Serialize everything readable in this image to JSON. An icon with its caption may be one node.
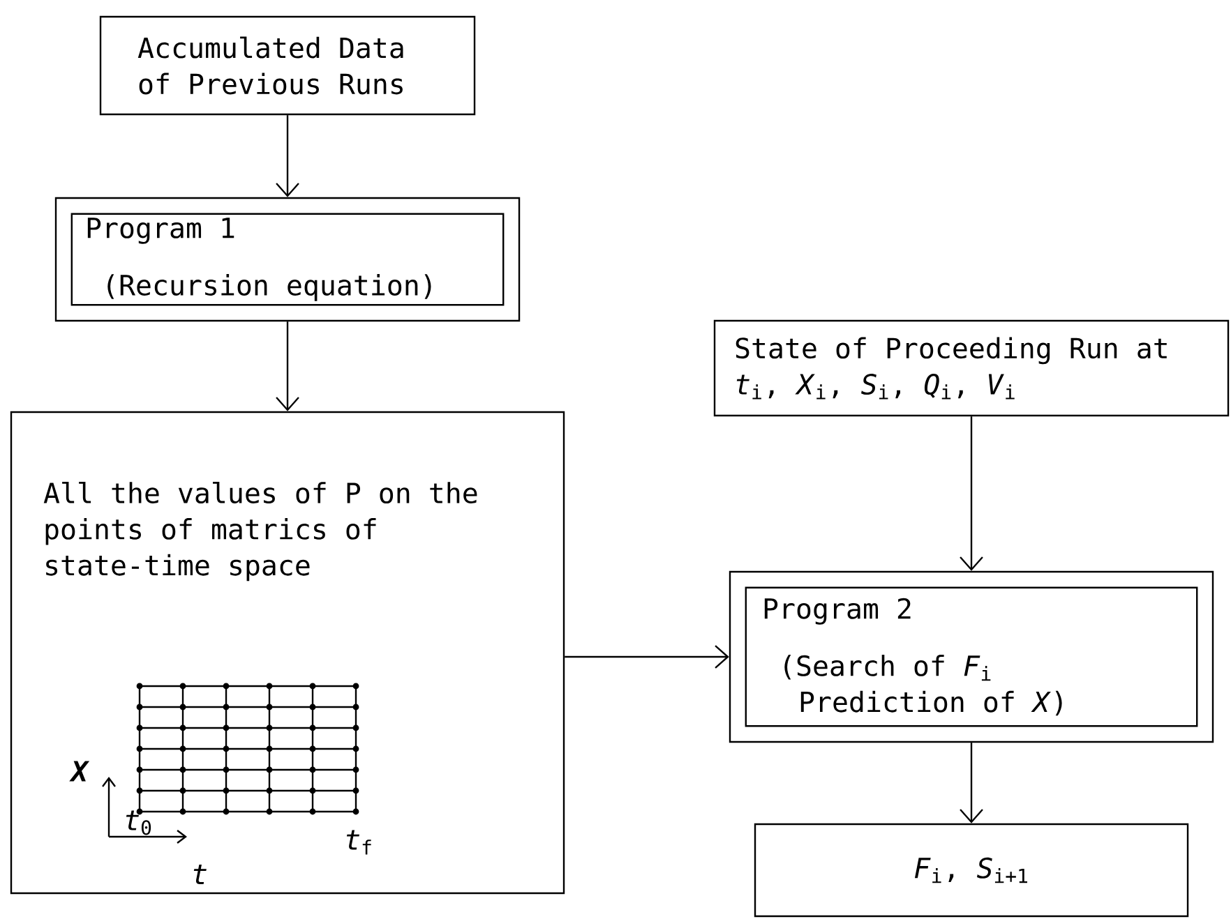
{
  "diagram": {
    "nodes": [
      {
        "text": [
          "Accumulated Data of Previous Runs"
        ]
      },
      {
        "text": [
          "Program 1",
          "(Recursion equation)"
        ]
      },
      {
        "text": [
          "All the values of P on the points of matrics of state-time space"
        ]
      },
      {
        "text": [
          "State of Proceeding Run at *t*$_{i}$, *X*$_{i}$, *S*$_{i}$, *Q*$_{i}$, *V*$_{i}$"
        ]
      },
      {
        "text": [
          "Program 2",
          "(Search of *F*$_{i}$ Prediction of *X*)"
        ]
      },
      {
        "text": [
          "*F*$_{i}$, *S*$_{i+1}$"
        ]
      }
    ],
    "edges": [
      {
        "from": 0,
        "to": 1,
        "arrow": "to"
      },
      {
        "from": 1,
        "to": 2,
        "arrow": "to"
      },
      {
        "from": 2,
        "to": 4,
        "arrow": "to"
      },
      {
        "from": 3,
        "to": 4,
        "arrow": "to"
      },
      {
        "from": 4,
        "to": 5,
        "arrow": "to"
      }
    ],
    "labels": [
      "X",
      "*t*$_{0}$",
      "t",
      "*t*$_{f}$"
    ]
  }
}
